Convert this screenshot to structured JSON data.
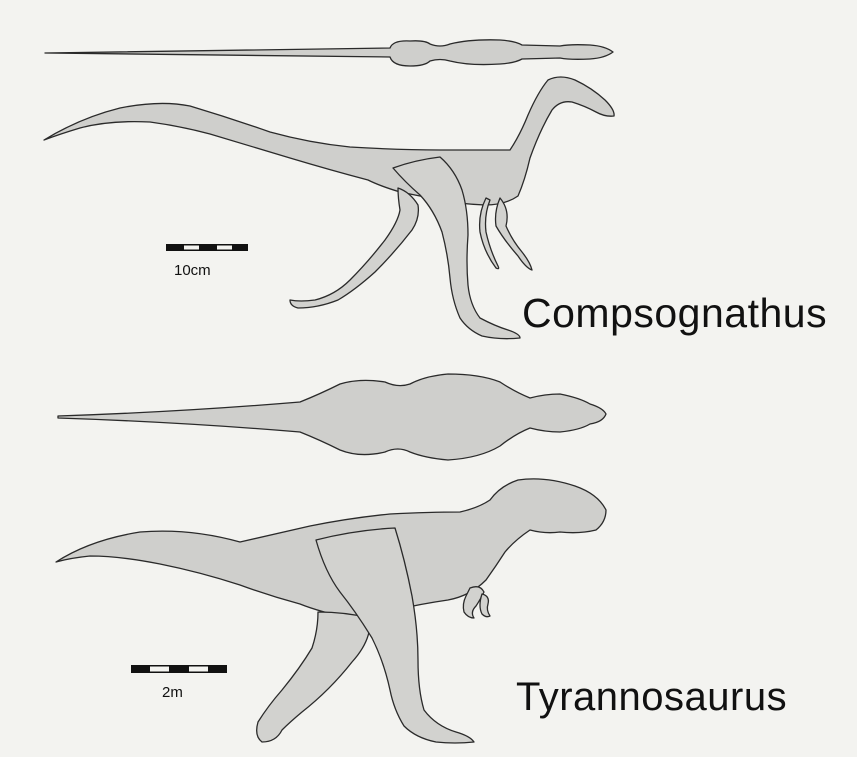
{
  "animals": [
    {
      "name": "Compsognathus",
      "scale_label": "10cm"
    },
    {
      "name": "Tyrannosaurus",
      "scale_label": "2m"
    }
  ],
  "colors": {
    "background": "#f3f3f0",
    "silhouette_fill": "#cfcfcc",
    "outline": "#2a2a2a"
  }
}
